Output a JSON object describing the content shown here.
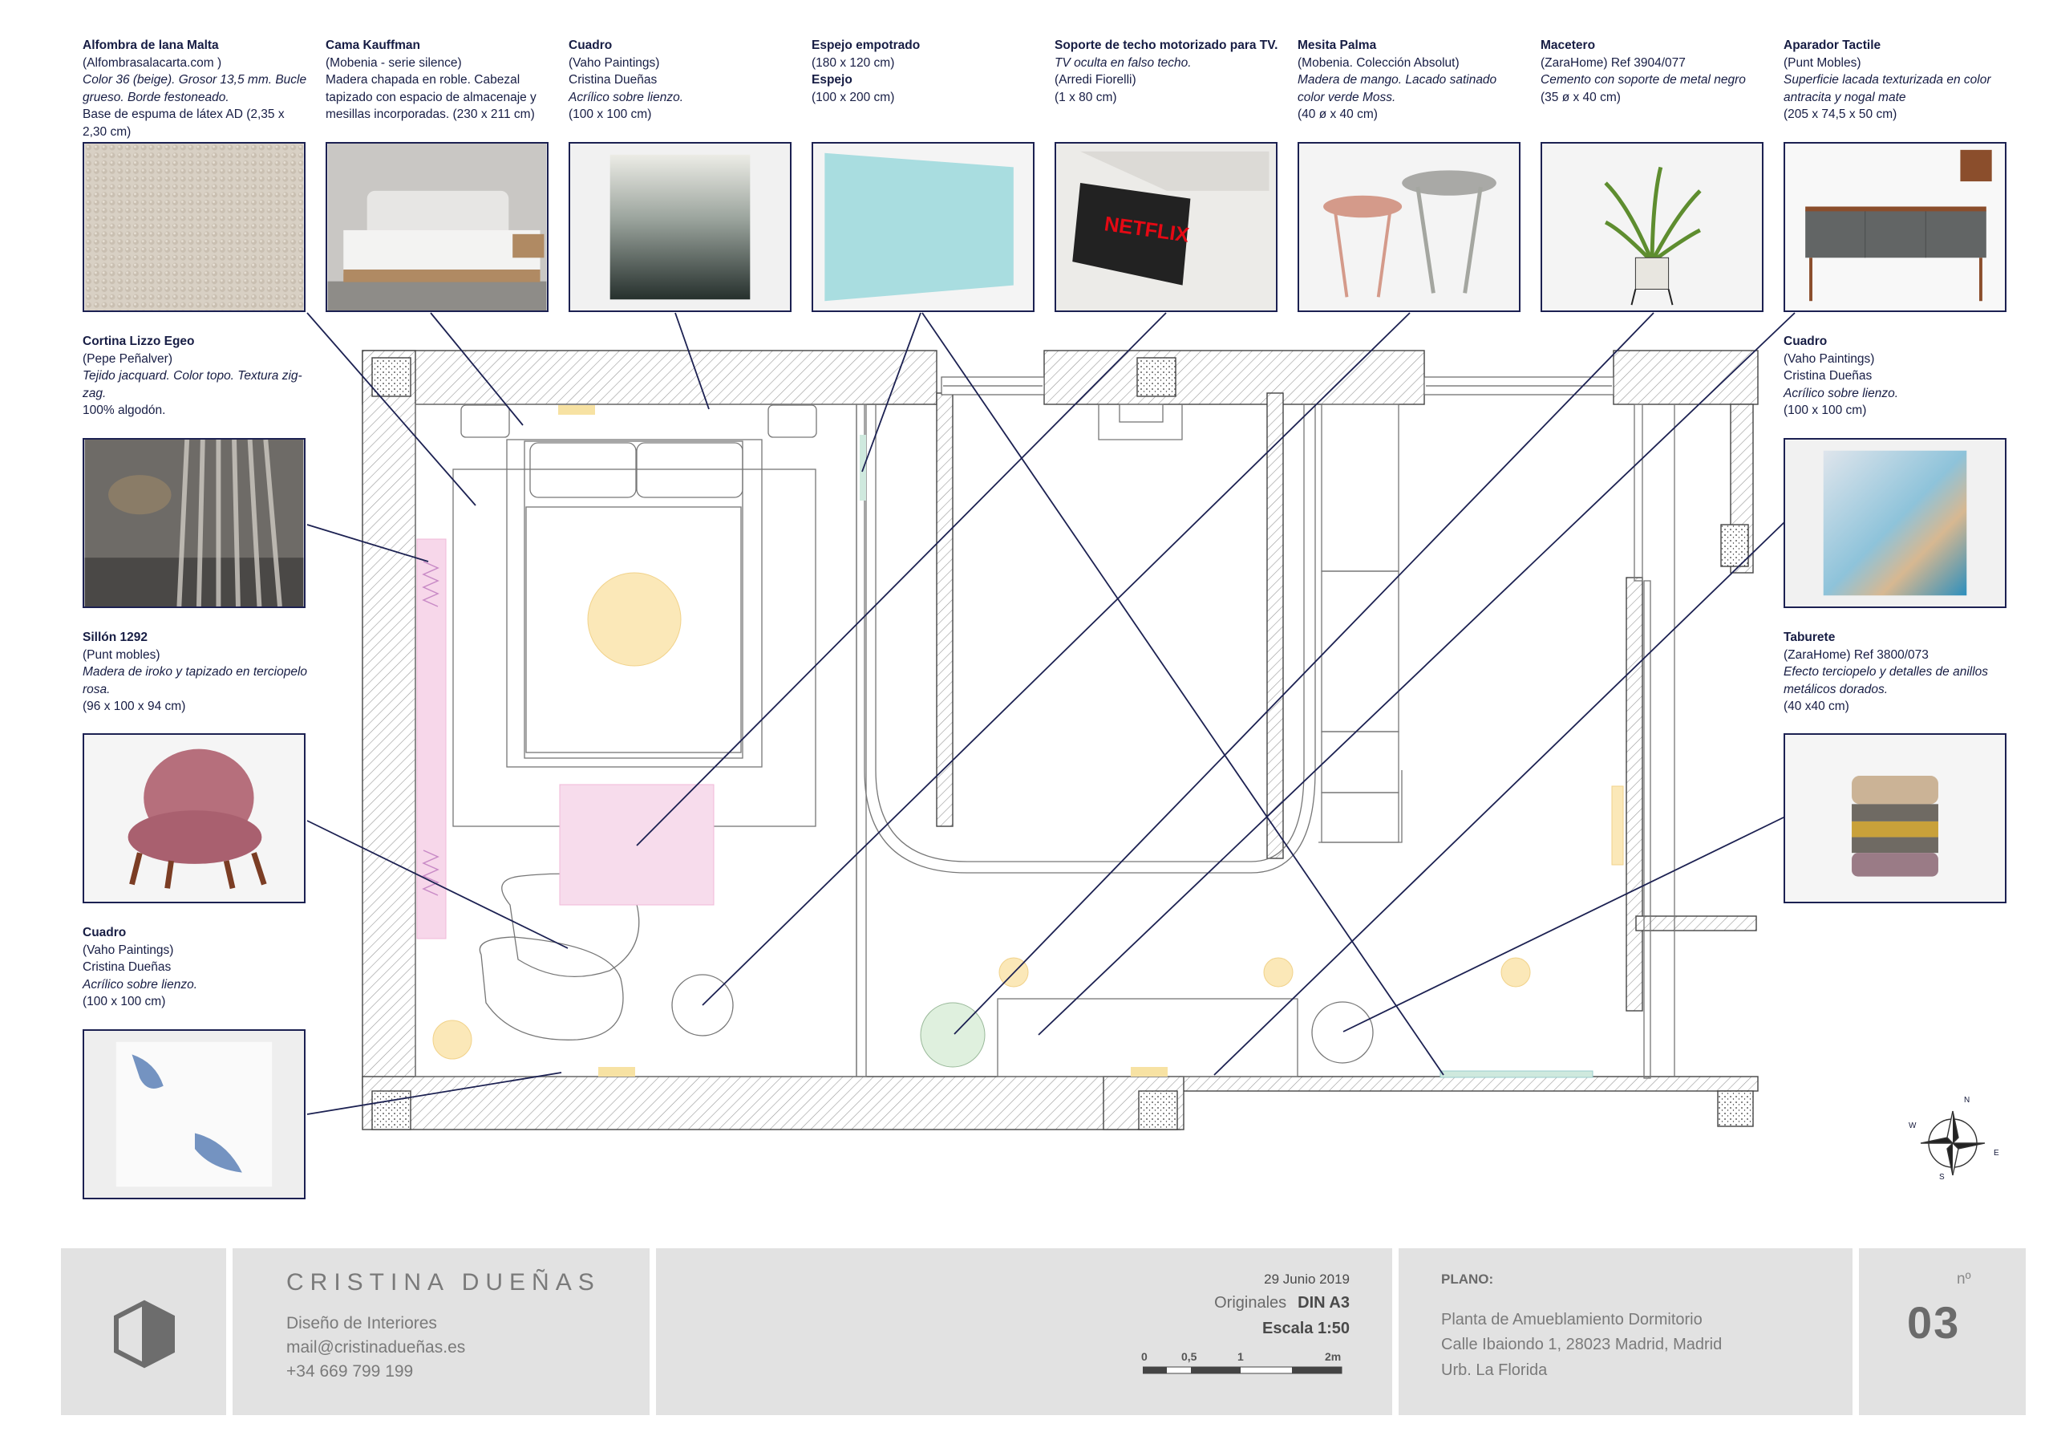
{
  "items": [
    {
      "title": "Alfombra de lana Malta",
      "lines": [
        "(Alfombrasalacarta.com )"
      ],
      "italic": [
        "Color 36 (beige). Grosor 13,5 mm. Bucle grueso. Borde festoneado."
      ],
      "tail": [
        "Base de espuma de látex AD (2,35 x 2,30 cm)"
      ],
      "icon": "wool-rug-photo"
    },
    {
      "title": "Cama Kauffman",
      "lines": [
        "(Mobenia - serie silence)",
        "Madera chapada en roble. Cabezal tapizado con espacio de almacenaje y mesillas incorporadas. (230 x 211 cm)"
      ],
      "italic": [],
      "tail": [],
      "icon": "bed-photo"
    },
    {
      "title": "Cuadro",
      "lines": [
        "(Vaho  Paintings)",
        "Cristina Dueñas"
      ],
      "italic": [
        "Acrílico sobre lienzo."
      ],
      "tail": [
        "(100 x 100 cm)"
      ],
      "icon": "dark-painting-photo"
    },
    {
      "title": "Espejo empotrado",
      "lines": [
        "(180 x 120 cm)"
      ],
      "title2": "Espejo",
      "lines2": [
        "(100 x 200 cm)"
      ],
      "italic": [],
      "tail": [],
      "icon": "mirror-photo"
    },
    {
      "title": "Soporte de techo motorizado para TV.",
      "lines": [],
      "italic": [
        "TV oculta en falso techo."
      ],
      "tail": [
        "(Arredi Fiorelli)",
        "(1 x 80 cm)"
      ],
      "icon": "ceiling-tv-photo",
      "tv_text": "NETFLIX"
    },
    {
      "title": "Mesita Palma",
      "lines": [
        "(Mobenia. Colección Absolut)"
      ],
      "italic": [
        "Madera de mango. Lacado satinado color verde Moss."
      ],
      "tail": [
        "(40 ø x 40 cm)"
      ],
      "icon": "side-tables-photo"
    },
    {
      "title": "Macetero",
      "lines": [
        "(ZaraHome) Ref 3904/077"
      ],
      "italic": [
        "Cemento con soporte de metal negro"
      ],
      "tail": [
        "(35 ø x 40 cm)"
      ],
      "icon": "plant-pot-photo"
    },
    {
      "title": "Aparador Tactile",
      "lines": [
        "(Punt Mobles)"
      ],
      "italic": [
        "Superficie lacada texturizada en color antracita y nogal mate"
      ],
      "tail": [
        "(205 x 74,5 x 50 cm)"
      ],
      "icon": "sideboard-photo"
    },
    {
      "title": "Cortina Lizzo Egeo",
      "lines": [
        "(Pepe Peñalver)"
      ],
      "italic": [
        "Tejido jacquard. Color topo. Textura zig-zag."
      ],
      "tail": [
        "100% algodón."
      ],
      "icon": "curtain-photo"
    },
    {
      "title": "Sillón 1292",
      "lines": [
        "(Punt mobles)"
      ],
      "italic": [
        "Madera de iroko y tapizado en terciopelo rosa."
      ],
      "tail": [
        "(96 x 100 x 94 cm)"
      ],
      "icon": "armchair-photo"
    },
    {
      "title": "Cuadro",
      "lines": [
        "(Vaho  Paintings)",
        "Cristina Dueñas"
      ],
      "italic": [
        "Acrílico sobre lienzo."
      ],
      "tail": [
        "(100 x 100 cm)"
      ],
      "icon": "white-blue-painting-photo"
    },
    {
      "title": "Cuadro",
      "lines": [
        "(Vaho  Paintings)",
        "Cristina Dueñas"
      ],
      "italic": [
        "Acrílico sobre lienzo."
      ],
      "tail": [
        "(100 x 100 cm)"
      ],
      "icon": "blue-painting-photo"
    },
    {
      "title": "Taburete",
      "lines": [
        "(ZaraHome) Ref 3800/073"
      ],
      "italic": [
        "Efecto terciopelo y detalles de anillos metálicos dorados."
      ],
      "tail": [
        "(40 x40 cm)"
      ],
      "icon": "stool-photo"
    }
  ],
  "compass": {
    "n": "N",
    "e": "E",
    "s": "S",
    "w": "W"
  },
  "title_block": {
    "logo": "cube-logo-icon",
    "name": "CRISTINA DUEÑAS",
    "subtitle": "Diseño de Interiores",
    "email": "mail@cristinadueñas.es",
    "phone": "+34 669 799 199",
    "date": "29 Junio 2019",
    "originals_label": "Originales",
    "originals_value": "DIN A3",
    "scale": "Escala 1:50",
    "scalebar_labels": [
      "0",
      "0,5",
      "1",
      "2m"
    ],
    "plano_label": "PLANO:",
    "plano_lines": [
      "Planta de Amueblamiento Dormitorio",
      "Calle Ibaiondo 1, 28023 Madrid, Madrid",
      "Urb. La Florida"
    ],
    "number_label": "nº",
    "number": "03"
  },
  "colors": {
    "navy": "#1c2152",
    "pink": "#f0b8d8",
    "yellow": "#f7e2a3",
    "mint": "#cfe9de",
    "panel": "#e2e2e2"
  }
}
